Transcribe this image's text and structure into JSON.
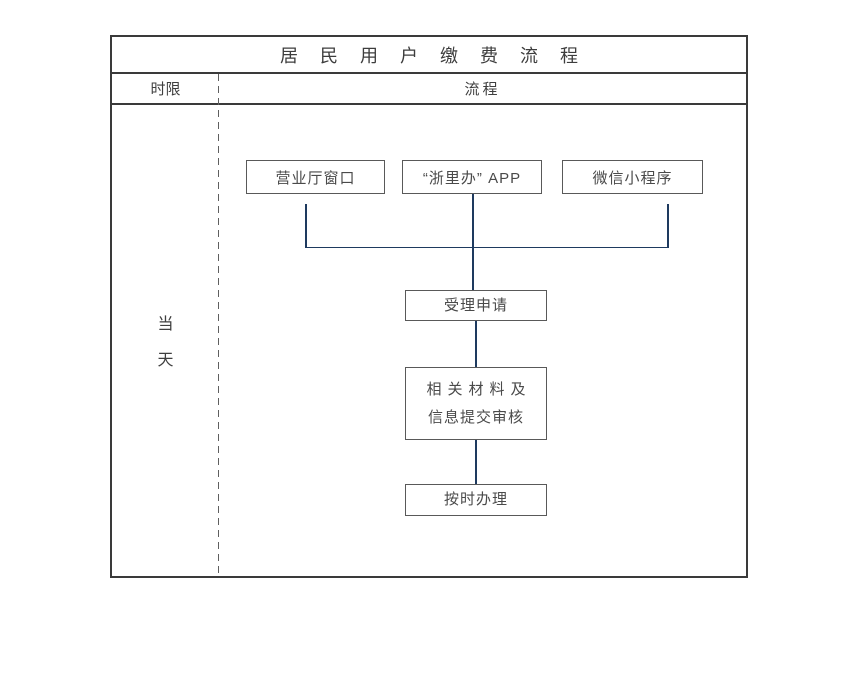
{
  "title": "居民用户缴费流程",
  "header": {
    "time_limit_label": "时限",
    "process_label": "流程"
  },
  "time_limit": {
    "value": "当天",
    "chars": [
      "当",
      "天"
    ]
  },
  "flow": {
    "sources": [
      {
        "label": "营业厅窗口"
      },
      {
        "label": "“浙里办” APP"
      },
      {
        "label": "微信小程序"
      }
    ],
    "steps": [
      {
        "lines": [
          "受理申请"
        ]
      },
      {
        "lines": [
          "相关材料及",
          "信息提交审核"
        ]
      },
      {
        "lines": [
          "按时办理"
        ]
      }
    ]
  },
  "colors": {
    "connector": "#1e3a5f",
    "table_border": "#3a3a3a",
    "node_border": "#595959",
    "text": "#444444"
  }
}
